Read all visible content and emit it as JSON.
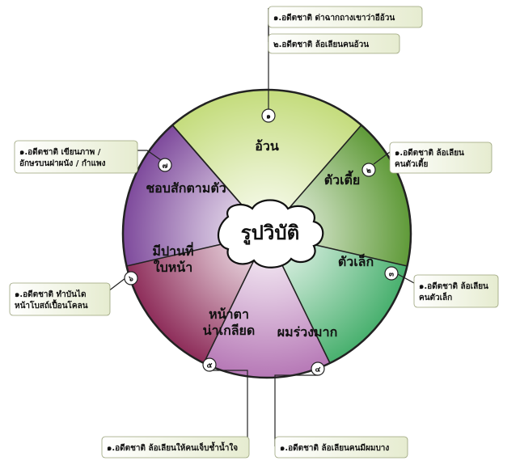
{
  "center": {
    "label": "รูปวิบัติ"
  },
  "segments": [
    {
      "label_lines": [
        "อ้วน"
      ],
      "number": "๑",
      "color": "#c4dc7c"
    },
    {
      "label_lines": [
        "ตัวเตี้ย"
      ],
      "number": "๒",
      "color": "#5f9a38"
    },
    {
      "label_lines": [
        "ตัวเล็ก"
      ],
      "number": "๓",
      "color": "#48b06e"
    },
    {
      "label_lines": [
        "ผมร่วงมาก"
      ],
      "number": "๔",
      "color": "#b678b6"
    },
    {
      "label_lines": [
        "หน้าตา",
        "น่าเกลียด"
      ],
      "number": "๕",
      "color": "#8e2d5a"
    },
    {
      "label_lines": [
        "มีปานที่",
        "ใบหน้า"
      ],
      "number": "๖",
      "color": "#7e4a9c"
    },
    {
      "label_lines": [
        "ชอบสักตามตัว"
      ],
      "number": "๗",
      "color": "#c8b048"
    }
  ],
  "callouts": [
    {
      "lines": [
        "๑.อดีตชาติ ด่าฉากถางเขาว่าอีอ้วน"
      ]
    },
    {
      "lines": [
        "๒.อดีตชาติ ล้อเลียนคนอ้วน"
      ]
    },
    {
      "lines": [
        "๑.อดีตชาติ ล้อเลียน",
        "คนตัวเตี้ย"
      ]
    },
    {
      "lines": [
        "๑.อดีตชาติ ล้อเลียน",
        "คนตัวเล็ก"
      ]
    },
    {
      "lines": [
        "๑.อดีตชาติ ล้อเลียนคนมีผมบาง"
      ]
    },
    {
      "lines": [
        "๑.อดีตชาติ ล้อเลียนให้คนเจ็บช้ำน้ำใจ"
      ]
    },
    {
      "lines": [
        "๑.อดีตชาติ ทำบันได",
        "หน้าโบสถ์เปื้อนโคลน"
      ]
    },
    {
      "lines": [
        "๑.อดีตชาติ เขียนภาพ /",
        "อักษรบนฝาผนัง / กำแพง"
      ]
    }
  ]
}
